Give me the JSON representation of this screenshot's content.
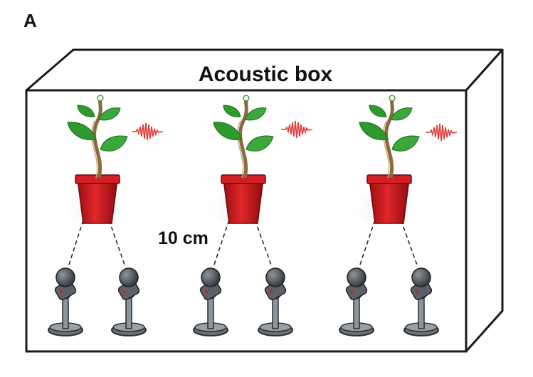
{
  "figure": {
    "panel_label": "A",
    "box_label": "Acoustic box",
    "distance_label": "10 cm"
  },
  "colors": {
    "box_outline": "#1a1a1a",
    "pot_red": "#c8161c",
    "leaf_green": "#2e9a2e",
    "stem_brown": "#8a6b3f",
    "sound_wave": "#e23b3b",
    "mic_gray": "#5a5f64"
  },
  "scene": {
    "plants": [
      {
        "id": "plant-1",
        "icon": "potted-plant-icon",
        "emits": "sound-wave-icon",
        "microphones": 2
      },
      {
        "id": "plant-2",
        "icon": "potted-plant-icon",
        "emits": "sound-wave-icon",
        "microphones": 2
      },
      {
        "id": "plant-3",
        "icon": "potted-plant-icon",
        "emits": "sound-wave-icon",
        "microphones": 2
      }
    ]
  }
}
